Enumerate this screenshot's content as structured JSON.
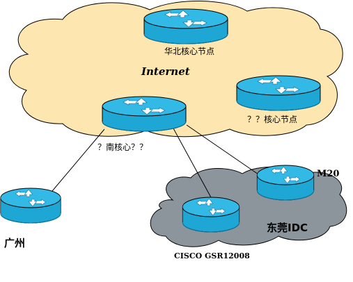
{
  "internet_cloud": {
    "label": "Internet"
  },
  "idc_cloud": {
    "label": "东莞IDC"
  },
  "routers": {
    "north_core": {
      "label": "华北核心节点"
    },
    "unknown_core": {
      "label": "？？核心节点"
    },
    "south_core": {
      "label": "？南核心？？"
    },
    "guangzhou": {
      "label": "广州"
    },
    "idc_m20": {
      "label": "M20"
    },
    "idc_gsr": {
      "label": "CISCO GSR12008"
    }
  },
  "colors": {
    "internet_cloud_fill": "#fde6b0",
    "idc_cloud_fill": "#8c959c",
    "router_body": "#1ea6d4",
    "router_top": "#33b9e6",
    "router_dark": "#0a7aa4",
    "arrow": "#ffffff",
    "link": "#000000"
  }
}
